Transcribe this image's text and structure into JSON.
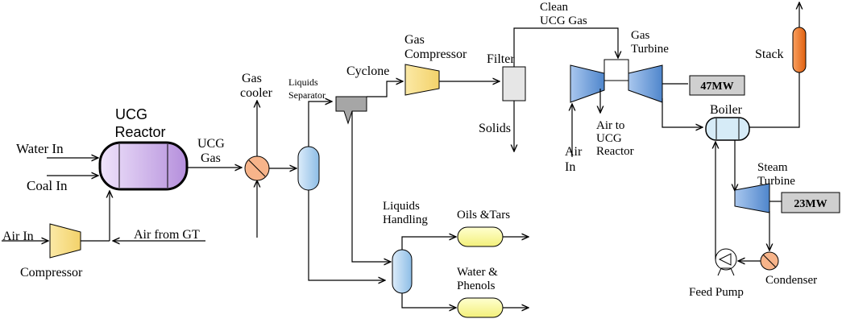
{
  "reactor": {
    "title_line1": "UCG",
    "title_line2": "Reactor"
  },
  "inputs": {
    "water": "Water In",
    "coal": "Coal In",
    "air": "Air In",
    "air_from_gt": "Air from GT"
  },
  "compressor": {
    "label": "Compressor"
  },
  "ucg_gas": {
    "line1": "UCG",
    "line2": "Gas"
  },
  "gas_cooler": {
    "line1": "Gas",
    "line2": "cooler"
  },
  "liquids_separator": {
    "line1": "Liquids",
    "line2": "Separator"
  },
  "cyclone": {
    "label": "Cyclone"
  },
  "gas_compressor": {
    "line1": "Gas",
    "line2": "Compressor"
  },
  "filter": {
    "label": "Filter"
  },
  "solids": {
    "label": "Solids"
  },
  "clean_gas": {
    "line1": "Clean",
    "line2": "UCG Gas"
  },
  "gas_turbine": {
    "line1": "Gas",
    "line2": "Turbine"
  },
  "air_in_gt": {
    "line1": "Air",
    "line2": "In"
  },
  "air_to_reactor": {
    "line1": "Air to",
    "line2": "UCG",
    "line3": "Reactor"
  },
  "gt_power": {
    "label": "47MW"
  },
  "stack": {
    "label": "Stack"
  },
  "boiler": {
    "label": "Boiler"
  },
  "steam_turbine": {
    "line1": "Steam",
    "line2": "Turbine"
  },
  "st_power": {
    "label": "23MW"
  },
  "condenser": {
    "label": "Condenser"
  },
  "feed_pump": {
    "label": "Feed Pump"
  },
  "liquids_handling": {
    "line1": "Liquids",
    "line2": "Handling"
  },
  "oils_tars": {
    "label": "Oils &Tars"
  },
  "water_phenols": {
    "line1": "Water &",
    "line2": "Phenols"
  },
  "colors": {
    "reactor_fill": "#cbb4e6",
    "compressor_fill": "#f8e08e",
    "cooler_fill": "#f7b48a",
    "separator_fill": "#b3d4f0",
    "cyclone_fill": "#a6a6a6",
    "filter_fill": "#e6e6e6",
    "turbine_fill": "#6f9fd8",
    "power_fill": "#cfcfcf",
    "stack_fill": "#f07a2a",
    "product_fill": "#ffff9e",
    "boiler_fill": "#d6ebf7"
  }
}
